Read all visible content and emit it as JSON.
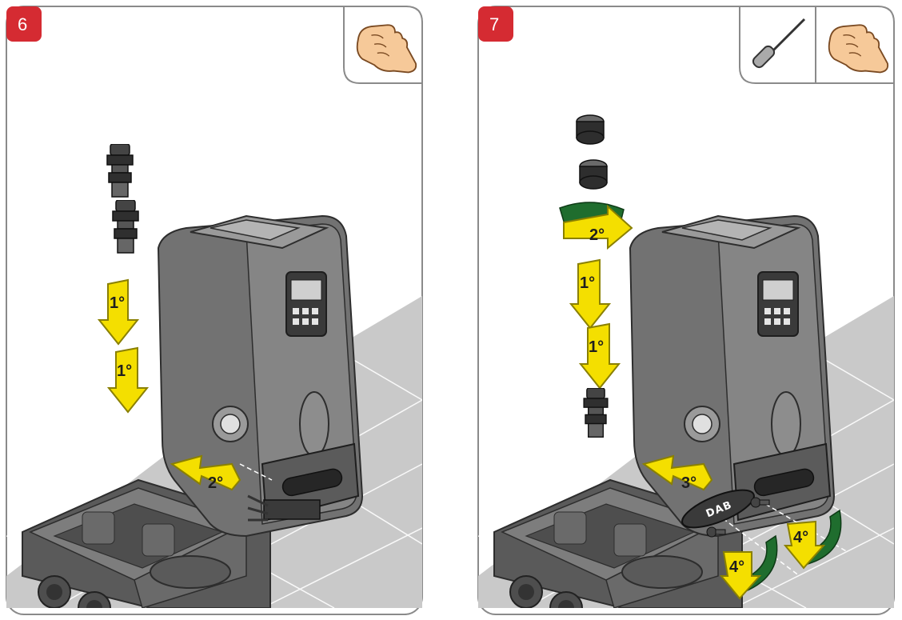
{
  "colors": {
    "badge": "#d52b32",
    "frame_border": "#8a8a8a",
    "floor": "#c9c9c9",
    "floor_lines": "#ffffff",
    "pump_body": "#6f6f6f",
    "pump_dark": "#3f3f3f",
    "pump_top": "#8c8c8c",
    "arrow_yellow": "#f4df00",
    "arrow_yellow_border": "#8a8000",
    "arrow_green": "#1f6d2e",
    "hand_skin": "#f6c999"
  },
  "icons": [
    "hand-icon",
    "screwdriver-icon"
  ],
  "panels": [
    {
      "step": "6",
      "tools": [
        "hand-icon"
      ],
      "arrows": [
        {
          "label": "1°",
          "kind": "push-down"
        },
        {
          "label": "1°",
          "kind": "push-down"
        },
        {
          "label": "2°",
          "kind": "insert"
        }
      ]
    },
    {
      "step": "7",
      "tools": [
        "screwdriver-icon",
        "hand-icon"
      ],
      "arrows": [
        {
          "label": "2°",
          "kind": "rotate"
        },
        {
          "label": "1°",
          "kind": "push-down"
        },
        {
          "label": "1°",
          "kind": "push-down"
        },
        {
          "label": "3°",
          "kind": "insert"
        },
        {
          "label": "4°",
          "kind": "rotate-screw"
        },
        {
          "label": "4°",
          "kind": "rotate-screw"
        }
      ]
    }
  ],
  "logo_text": "DAB"
}
